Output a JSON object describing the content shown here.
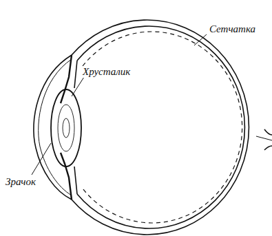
{
  "diagram": {
    "labels": [
      "Сетчатка",
      "Хрусталик",
      "Зрачок"
    ]
  }
}
